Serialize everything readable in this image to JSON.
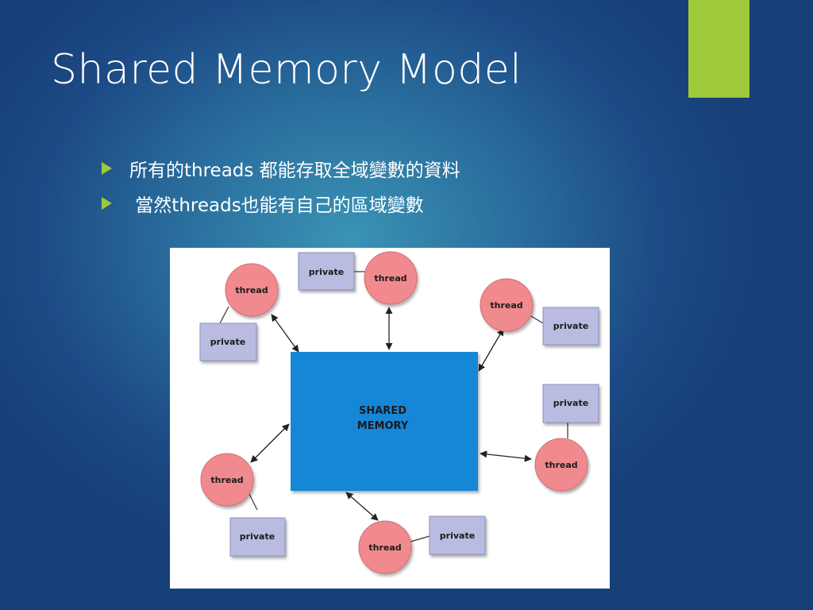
{
  "slide": {
    "title": "Shared Memory Model",
    "bullets": [
      "所有的threads 都能存取全域變數的資料",
      " 當然threads也能有自己的區域變數"
    ]
  },
  "diagram": {
    "shared_memory": {
      "line1": "SHARED",
      "line2": "MEMORY"
    },
    "thread_label": "thread",
    "private_label": "private"
  },
  "colors": {
    "accent": "#9ec93b",
    "shared_memory_fill": "#1787d6",
    "thread_fill": "#f08a8e",
    "private_fill": "#b9bce0"
  }
}
